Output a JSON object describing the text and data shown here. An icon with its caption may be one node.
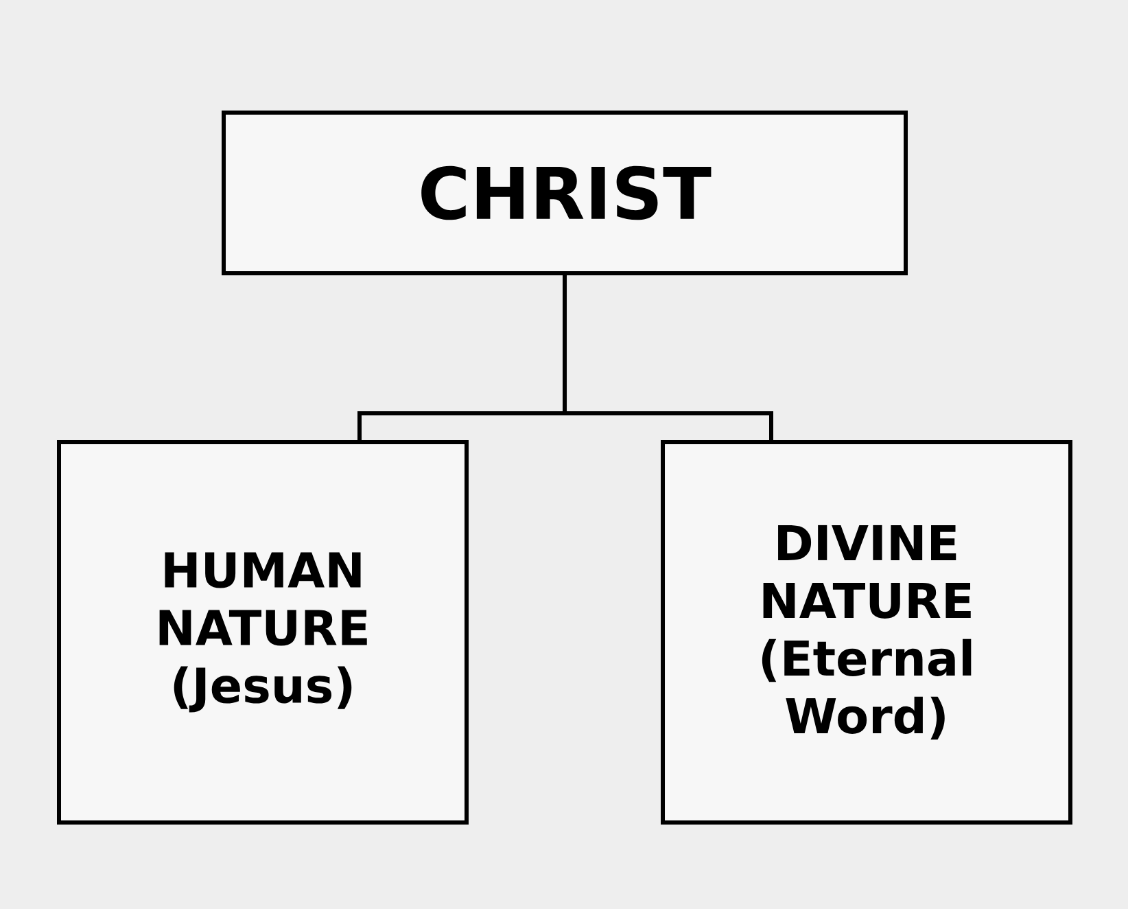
{
  "diagram": {
    "nodes": [
      {
        "text": [
          "CHRIST"
        ]
      },
      {
        "text": [
          "HUMAN NATURE (Jesus)"
        ]
      },
      {
        "text": [
          "DIVINE NATURE (Eternal Word)"
        ]
      }
    ],
    "edges": [
      {
        "from": 0,
        "to": 1,
        "arrow": "none"
      },
      {
        "from": 0,
        "to": 2,
        "arrow": "none"
      }
    ]
  }
}
